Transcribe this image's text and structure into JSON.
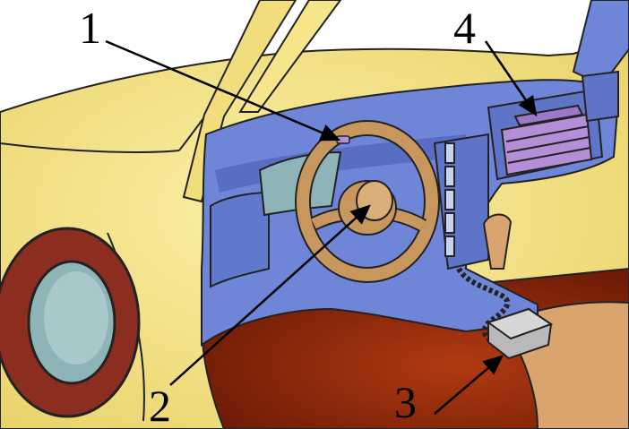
{
  "callouts": {
    "c1": "1",
    "c2": "2",
    "c3": "3",
    "c4": "4"
  },
  "colors": {
    "body_yellow": "#F6E58A",
    "dashboard_blue": "#6F86D8",
    "dashboard_shadow": "#4A5FB0",
    "steering_wheel": "#C8975E",
    "floor_red": "#8E2A0E",
    "tire": "#8B2E20",
    "glass_teal": "#8FB4B8",
    "module_purple": "#B48ED6",
    "seat_tan": "#D9A46E"
  }
}
